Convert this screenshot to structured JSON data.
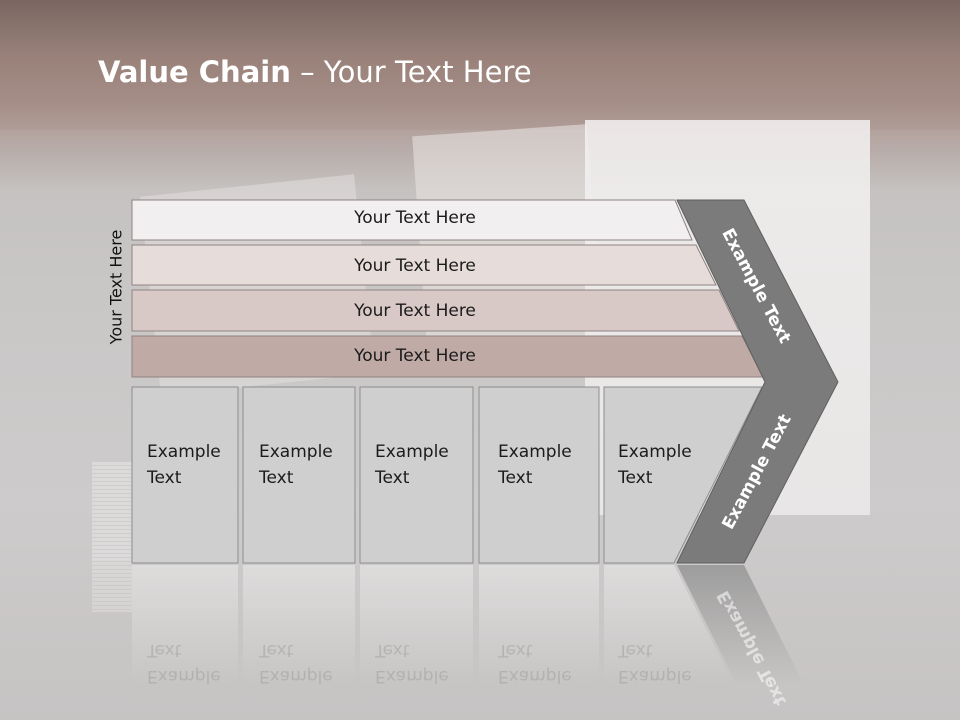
{
  "slide": {
    "title_bold": "Value Chain",
    "title_rest": " – Your Text Here",
    "side_label": "Your Text Here"
  },
  "bands": [
    {
      "label": "Your Text Here",
      "fill": "#f1efef"
    },
    {
      "label": "Your Text Here",
      "fill": "#e6dcda"
    },
    {
      "label": "Your Text Here",
      "fill": "#d8c9c6"
    },
    {
      "label": "Your Text Here",
      "fill": "#bfaaa5"
    }
  ],
  "boxes": [
    {
      "line1": "Example",
      "line2": "Text"
    },
    {
      "line1": "Example",
      "line2": "Text"
    },
    {
      "line1": "Example",
      "line2": "Text"
    },
    {
      "line1": "Example",
      "line2": "Text"
    },
    {
      "line1": "Example",
      "line2": "Text"
    }
  ],
  "arrow": {
    "top_label": "Example Text",
    "bottom_label": "Example Text",
    "fill": "#7b7b7b"
  }
}
